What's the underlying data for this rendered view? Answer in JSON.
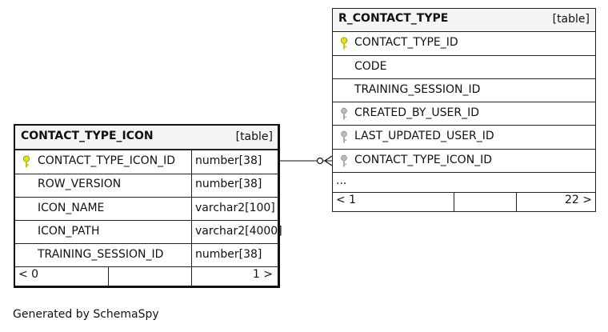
{
  "tables": {
    "contact_type_icon": {
      "name": "CONTACT_TYPE_ICON",
      "kind": "[table]",
      "columns": [
        {
          "name": "CONTACT_TYPE_ICON_ID",
          "type": "number[38]",
          "key": "primary"
        },
        {
          "name": "ROW_VERSION",
          "type": "number[38]",
          "key": "none"
        },
        {
          "name": "ICON_NAME",
          "type": "varchar2[100]",
          "key": "none"
        },
        {
          "name": "ICON_PATH",
          "type": "varchar2[4000]",
          "key": "none"
        },
        {
          "name": "TRAINING_SESSION_ID",
          "type": "number[38]",
          "key": "none"
        }
      ],
      "footer": {
        "left": "< 0",
        "right": "1 >"
      }
    },
    "r_contact_type": {
      "name": "R_CONTACT_TYPE",
      "kind": "[table]",
      "columns": [
        {
          "name": "CONTACT_TYPE_ID",
          "key": "primary"
        },
        {
          "name": "CODE",
          "key": "none"
        },
        {
          "name": "TRAINING_SESSION_ID",
          "key": "none"
        },
        {
          "name": "CREATED_BY_USER_ID",
          "key": "foreign"
        },
        {
          "name": "LAST_UPDATED_USER_ID",
          "key": "foreign"
        },
        {
          "name": "CONTACT_TYPE_ICON_ID",
          "key": "foreign"
        }
      ],
      "ellipsis": "...",
      "footer": {
        "left": "< 1",
        "right": "22 >"
      }
    }
  },
  "icons": {
    "primary_key": "key-icon",
    "foreign_key": "key-icon"
  },
  "colors": {
    "primary_key": "#e6e600",
    "foreign_key": "#aaaaaa",
    "header_bg": "#f5f5f5"
  },
  "generated_by": "Generated by SchemaSpy"
}
